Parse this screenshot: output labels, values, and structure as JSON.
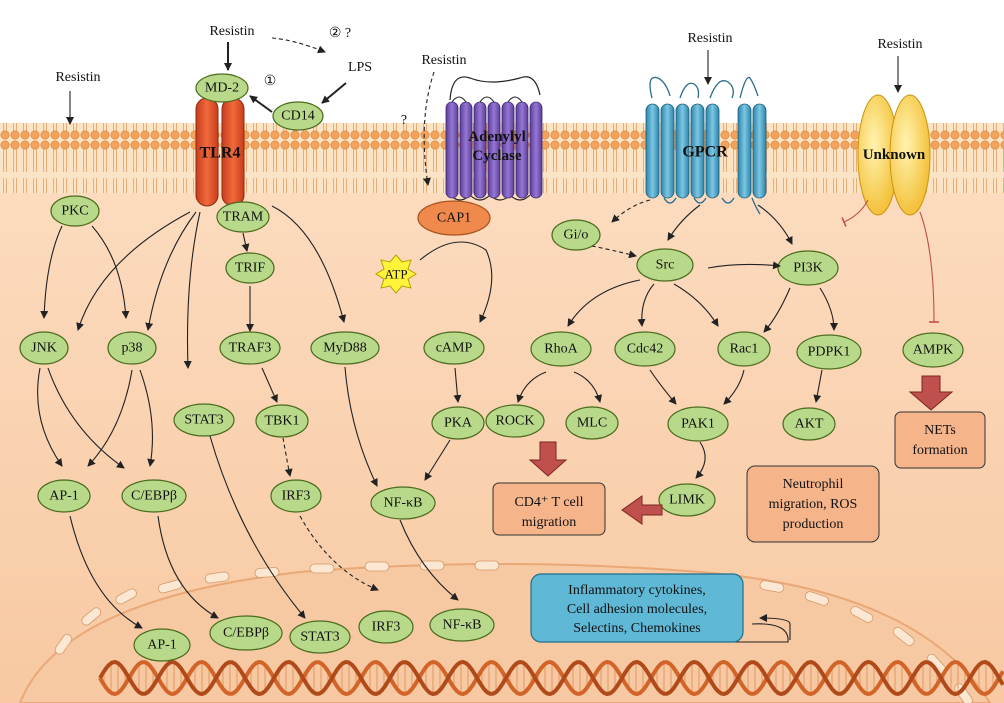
{
  "ligand": "Resistin",
  "lps": "LPS",
  "question": "?",
  "step1": "①",
  "step2": "② ?",
  "receptors": {
    "tlr4": "TLR4",
    "md2": "MD-2",
    "cd14": "CD14",
    "adenylyl_line1": "Adenylyl",
    "adenylyl_line2": "Cyclase",
    "cap1": "CAP1",
    "gpcr": "GPCR",
    "unknown": "Unknown"
  },
  "nodes": {
    "pkc": "PKC",
    "tram": "TRAM",
    "trif": "TRIF",
    "traf3": "TRAF3",
    "myd88": "MyD88",
    "jnk": "JNK",
    "p38": "p38",
    "stat3": "STAT3",
    "tbk1": "TBK1",
    "irf3": "IRF3",
    "ap1": "AP-1",
    "cebpb": "C/EBPβ",
    "nfkb": "NF-κB",
    "atp": "ATP",
    "camp": "cAMP",
    "pka": "PKA",
    "gio": "Gi/o",
    "src": "Src",
    "pi3k": "PI3K",
    "rhoa": "RhoA",
    "cdc42": "Cdc42",
    "rac1": "Rac1",
    "pdpk1": "PDPK1",
    "rock": "ROCK",
    "mlc": "MLC",
    "pak1": "PAK1",
    "akt": "AKT",
    "limk": "LIMK",
    "ampk": "AMPK"
  },
  "nuclear": {
    "ap1": "AP-1",
    "cebpb": "C/EBPβ",
    "stat3": "STAT3",
    "irf3": "IRF3",
    "nfkb": "NF-κB"
  },
  "outcomes": {
    "cd4_line1": "CD4⁺ T cell",
    "cd4_line2": "migration",
    "neut_line1": "Neutrophil",
    "neut_line2": "migration, ROS",
    "neut_line3": "production",
    "nets_line1": "NETs",
    "nets_line2": "formation"
  },
  "genes": {
    "line1": "Inflammatory cytokines,",
    "line2": "Cell adhesion molecules,",
    "line3": "Selectins, Chemokines"
  },
  "colors": {
    "cytoplasm": "#fbd7b7",
    "membrane": "#f2a86a",
    "node_fill": "#b9d98a",
    "tlr4": "#e8542c",
    "adenylyl": "#7b5cb8",
    "gpcr": "#4aa3c8",
    "unknown": "#f3c53a",
    "outcome_box": "#f6b48a",
    "gene_box": "#5fb8d6",
    "red_arrow": "#c0504d",
    "dna": "#d2642a"
  }
}
